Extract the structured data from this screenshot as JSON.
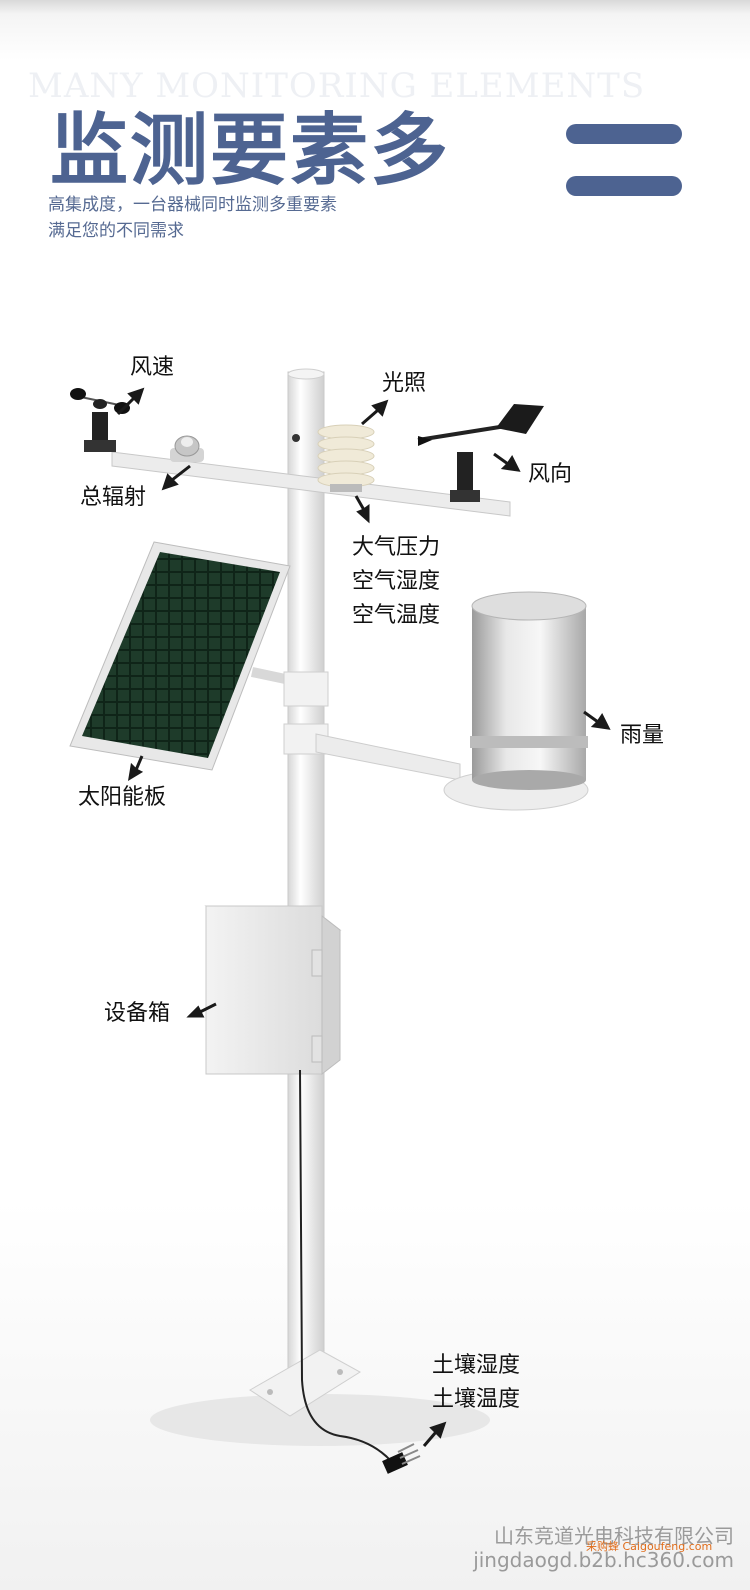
{
  "header": {
    "watermark": "MANY MONITORING ELEMENTS",
    "title": "监测要素多",
    "subtitle_lines": [
      "高集成度，一台器械同时监测多重要素",
      "满足您的不同需求"
    ]
  },
  "labels": {
    "wind_speed": "风速",
    "light": "光照",
    "total_radiation": "总辐射",
    "wind_direction": "风向",
    "air_lines": [
      "大气压力",
      "空气湿度",
      "空气温度"
    ],
    "solar_panel": "太阳能板",
    "rainfall": "雨量",
    "equipment_box": "设备箱",
    "soil_lines": [
      "土壤湿度",
      "土壤温度"
    ]
  },
  "footer": {
    "company": "山东竞道光电科技有限公司",
    "domain": "jingdaogd.b2b.hc360.com",
    "site_tag": "采购蜂 Caigoufeng.com"
  },
  "colors": {
    "accent": "#4d6391",
    "label_text": "#111111",
    "arrow": "#1a1a1a"
  },
  "icons": {
    "arrow": "arrow-icon"
  }
}
